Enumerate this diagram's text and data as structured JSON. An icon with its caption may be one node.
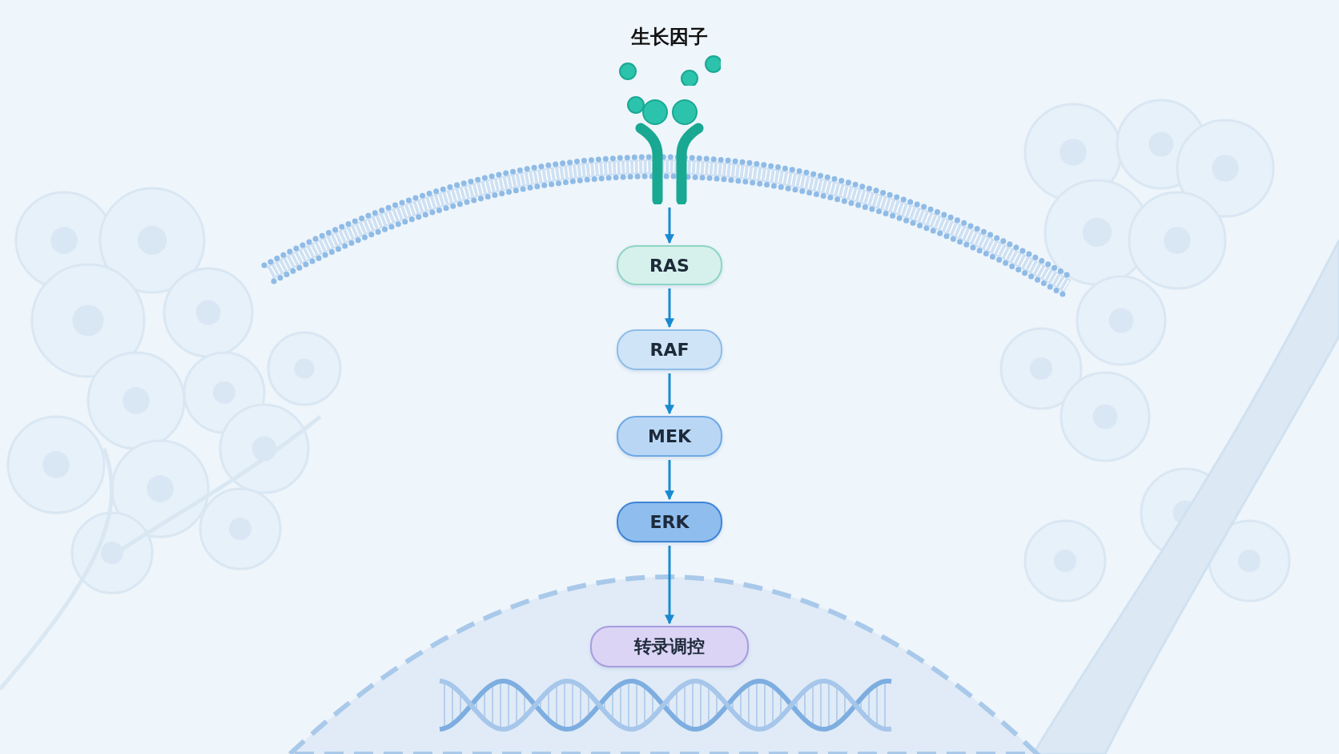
{
  "diagram": {
    "nodes": [
      {
        "text": [],
        "shape": "picture",
        "beside": [
          "生长因子"
        ]
      },
      {
        "text": [
          "RAS"
        ]
      },
      {
        "text": [
          "RAF"
        ]
      },
      {
        "text": [
          "MEK"
        ]
      },
      {
        "text": [
          "ERK"
        ]
      },
      {
        "text": [
          "转录调控"
        ]
      }
    ],
    "edges": [
      {
        "from": 0,
        "to": 1,
        "arrow": "to"
      },
      {
        "from": 1,
        "to": 2,
        "arrow": "to"
      },
      {
        "from": 2,
        "to": 3,
        "arrow": "to"
      },
      {
        "from": 3,
        "to": 4,
        "arrow": "to"
      },
      {
        "from": 4,
        "to": 5,
        "arrow": "to"
      }
    ]
  }
}
